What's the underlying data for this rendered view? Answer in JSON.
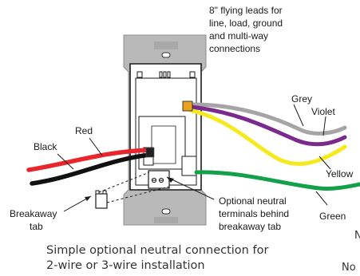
{
  "labels": {
    "flying_leads": [
      "8\" flying leads for",
      "line, load, ground",
      "and multi-way",
      "connections"
    ],
    "grey": "Grey",
    "violet": "Violet",
    "red": "Red",
    "black": "Black",
    "yellow": "Yellow",
    "green": "Green",
    "breakaway_tab": [
      "Breakaway",
      "tab"
    ],
    "neutral_terminals": [
      "Optional neutral",
      "terminals behind",
      "breakaway tab"
    ]
  },
  "caption": [
    "Simple optional neutral connection for",
    "2-wire or 3-wire installation"
  ],
  "cut_text": {
    "right_edge": "N",
    "bottom_right": "No"
  },
  "colors": {
    "wire_red": "#e8262b",
    "wire_black": "#111111",
    "wire_grey": "#a5a5a5",
    "wire_violet": "#7a2a8c",
    "wire_yellow": "#f4ea1e",
    "wire_green": "#13a04a",
    "strap": "#b9b9b9",
    "body_outline": "#1a1a1a"
  }
}
